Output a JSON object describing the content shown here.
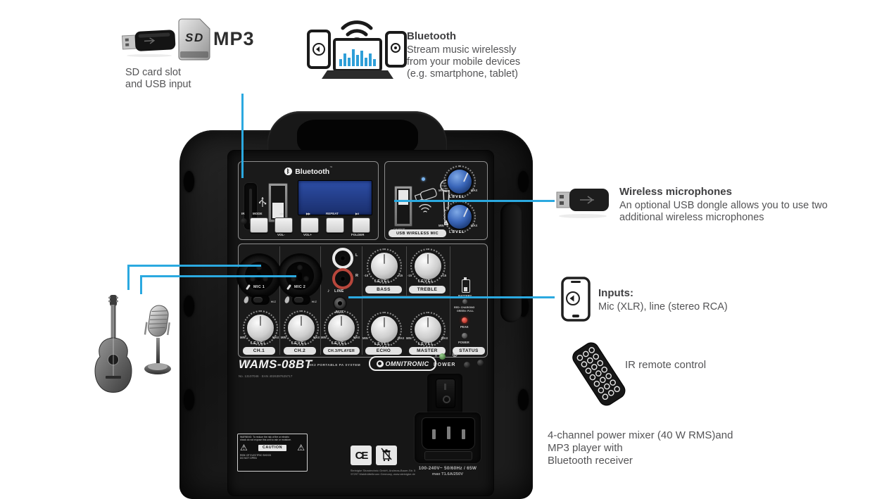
{
  "colors": {
    "accent_blue": "#2ba9e0",
    "lcd_blue": "#24418c",
    "knob_blue": "#3b67ba"
  },
  "callouts": {
    "sd_usb": {
      "mp3": "MP3",
      "line1": "SD card slot",
      "line2": "and USB input"
    },
    "bluetooth": {
      "title": "Bluetooth",
      "line1": "Stream music wirelessly",
      "line2": "from your mobile devices",
      "line3": "(e.g. smartphone, tablet)"
    },
    "wireless_mic": {
      "title": "Wireless microphones",
      "line1": "An optional USB dongle allows you to use two",
      "line2": "additional wireless microphones"
    },
    "inputs": {
      "title": "Inputs:",
      "line1": "Mic (XLR), line (stereo RCA)"
    },
    "ir_remote": {
      "label": "IR remote control"
    },
    "power_mixer": {
      "line1": "4-channel power mixer (40 W RMS)and",
      "line2": "MP3 player with",
      "line3": "Bluetooth receiver"
    }
  },
  "device": {
    "player": {
      "bluetooth_logo": "Bluetooth",
      "bluetooth_rune": "ᛒ",
      "tm": "™",
      "ir": "IR",
      "top_labels": [
        "MODE",
        "◀◀",
        "▶▶",
        "REPEAT",
        "▶II"
      ],
      "bottom_labels": [
        "VOL-",
        "VOL+",
        "FOLDER"
      ]
    },
    "usb_mic": {
      "label": "USB WIRELESS MIC",
      "charge1": "CHARGE",
      "charge2": "5V/1A",
      "level": "LEVEL",
      "min": "MIN",
      "max": "MAX"
    },
    "mixer": {
      "ch1": {
        "mic": "MIC 1",
        "hiz": "HI Z",
        "level": "LEVEL",
        "min": "MIN",
        "max": "MAX",
        "name": "CH.1"
      },
      "ch2": {
        "mic": "MIC 2",
        "hiz": "HI Z",
        "level": "LEVEL",
        "min": "MIN",
        "max": "MAX",
        "name": "CH.2"
      },
      "ch3": {
        "l": "L",
        "r": "R",
        "note": "♪",
        "line": "LINE",
        "aux": "AUX",
        "level": "LEVEL",
        "min": "MIN",
        "max": "MAX",
        "name": "CH.3/PLAYER"
      },
      "bass": {
        "level": "LEVEL",
        "min": "-15",
        "max": "+15",
        "name": "BASS"
      },
      "treble": {
        "level": "LEVEL",
        "min": "-15",
        "max": "+15",
        "name": "TREBLE"
      },
      "echo": {
        "level": "LEVEL",
        "min": "MIN",
        "max": "MAX",
        "name": "ECHO"
      },
      "master": {
        "level": "LEVEL",
        "min": "MIN",
        "max": "MAX",
        "name": "MASTER"
      },
      "status": {
        "battery": "BATTERY",
        "charge1": "RED: CHARGING",
        "charge2": "GREEN: FULL",
        "peak": "PEAK",
        "power": "POWER",
        "name": "STATUS"
      }
    },
    "brand": {
      "model": "WAMS-08BT",
      "subtitle": "MK2 PORTABLE PA SYSTEM",
      "logo": "OMNITRONIC",
      "reg": "®",
      "ground": "⊕",
      "power": "POWER",
      "serial": "No. 13107046 · EAN 4026397625717"
    },
    "bottom": {
      "caution_top1": "WARNING: To reduce the risk of fire or electric",
      "caution_top2": "shock do not expose this unit to rain or moisture.",
      "warning_glyph": "⚠",
      "caution": "CAUTION",
      "caution_sub1": "RISK OF ELECTRIC SHOCK",
      "caution_sub2": "DO NOT OPEN",
      "ce": "CE",
      "addr1": "Steinigke Showtechnic GmbH, Andreas-Bauer-Str. 5",
      "addr2": "97297 Waldbüttelbrunn Germany, www.steinigke.de",
      "rating1": "100-240V~ 50/60Hz / 65W",
      "rating2": "max T1.6A/250V"
    }
  }
}
